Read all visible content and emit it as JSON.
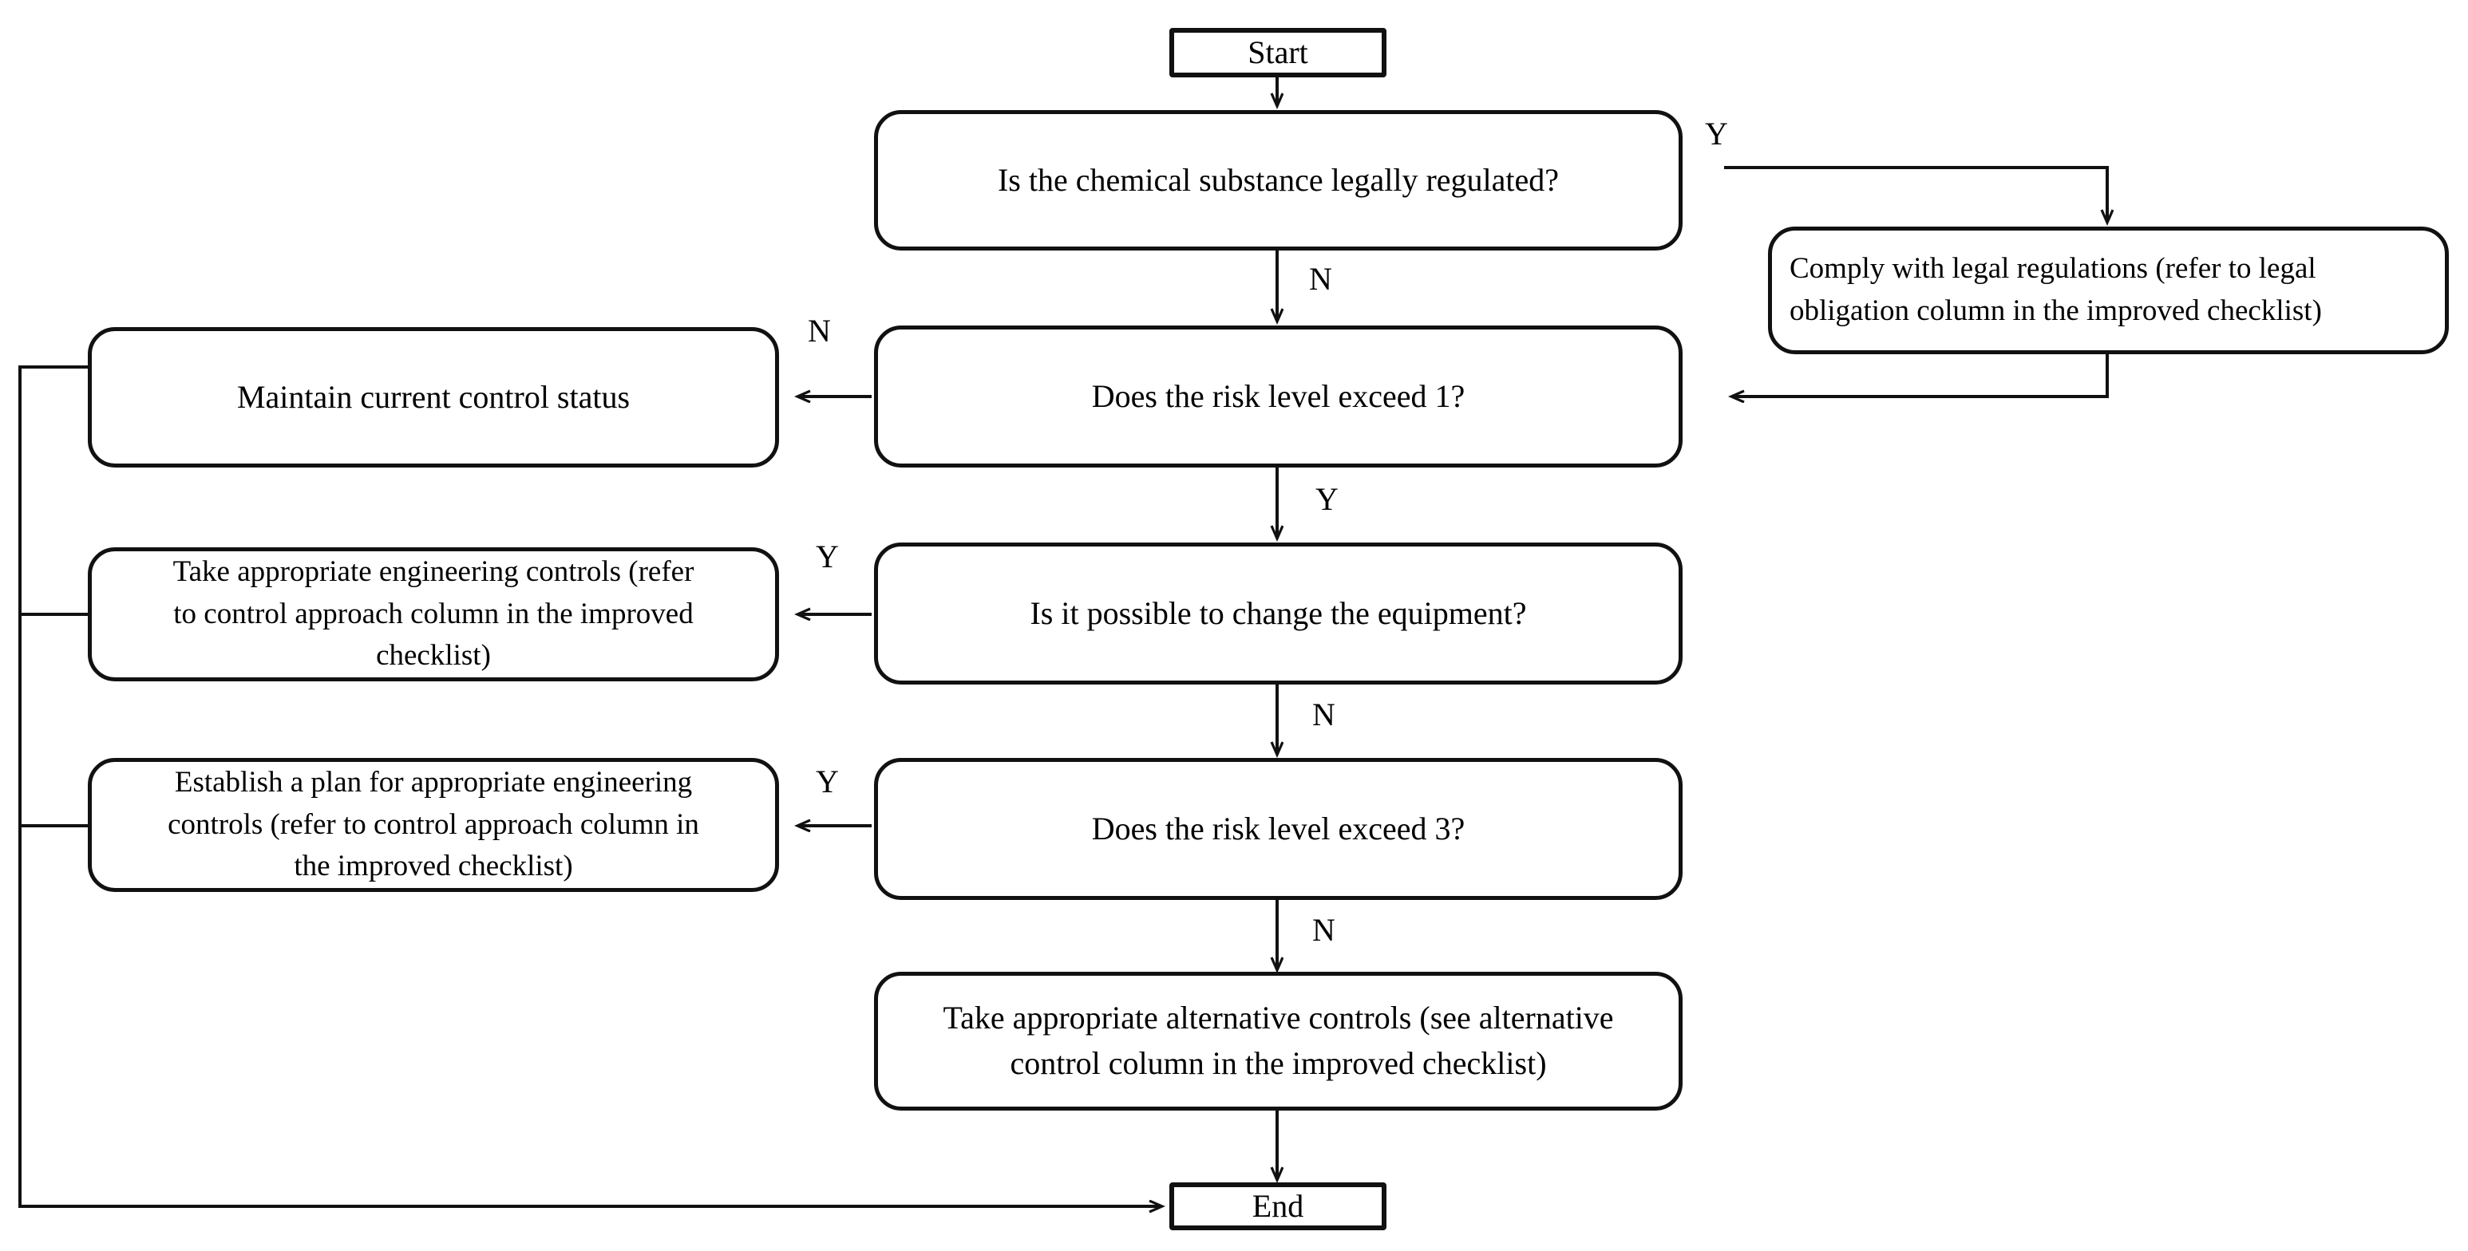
{
  "diagram": {
    "title": "Chemical substance risk control decision flowchart",
    "type": "flowchart",
    "background": "#ffffff",
    "line_color": "#111111",
    "text_color": "#000000"
  },
  "nodes": {
    "start": {
      "label": "Start",
      "shape": "terminator"
    },
    "q_legal": {
      "label": "Is the chemical substance legally  regulated?",
      "shape": "process"
    },
    "comply": {
      "label": "Comply with legal regulations  (refer to legal\nobligation column in the improved checklist)",
      "shape": "process"
    },
    "q_risk1": {
      "label": "Does the risk level  exceed 1?",
      "shape": "process"
    },
    "maintain": {
      "label": "Maintain  current control status",
      "shape": "process"
    },
    "q_equipment": {
      "label": "Is it possible to change the equipment?",
      "shape": "process"
    },
    "take_eng": {
      "label": "Take appropriate engineering  controls (refer\nto control approach column in the improved\nchecklist)",
      "shape": "process"
    },
    "q_risk3": {
      "label": "Does the risk level  exceed 3?",
      "shape": "process"
    },
    "establish_plan": {
      "label": "Establish a plan for appropriate engineering\ncontrols (refer to control approach column in\nthe improved checklist)",
      "shape": "process"
    },
    "take_alt": {
      "label": "Take appropriate alternative  controls (see alternative\ncontrol column in the  improved checklist)",
      "shape": "process"
    },
    "end": {
      "label": "End",
      "shape": "terminator"
    }
  },
  "edge_labels": {
    "legal_yes": "Y",
    "legal_no": "N",
    "risk1_no": "N",
    "risk1_yes": "Y",
    "equipment_yes": "Y",
    "equipment_no": "N",
    "risk3_yes": "Y",
    "risk3_no": "N"
  }
}
